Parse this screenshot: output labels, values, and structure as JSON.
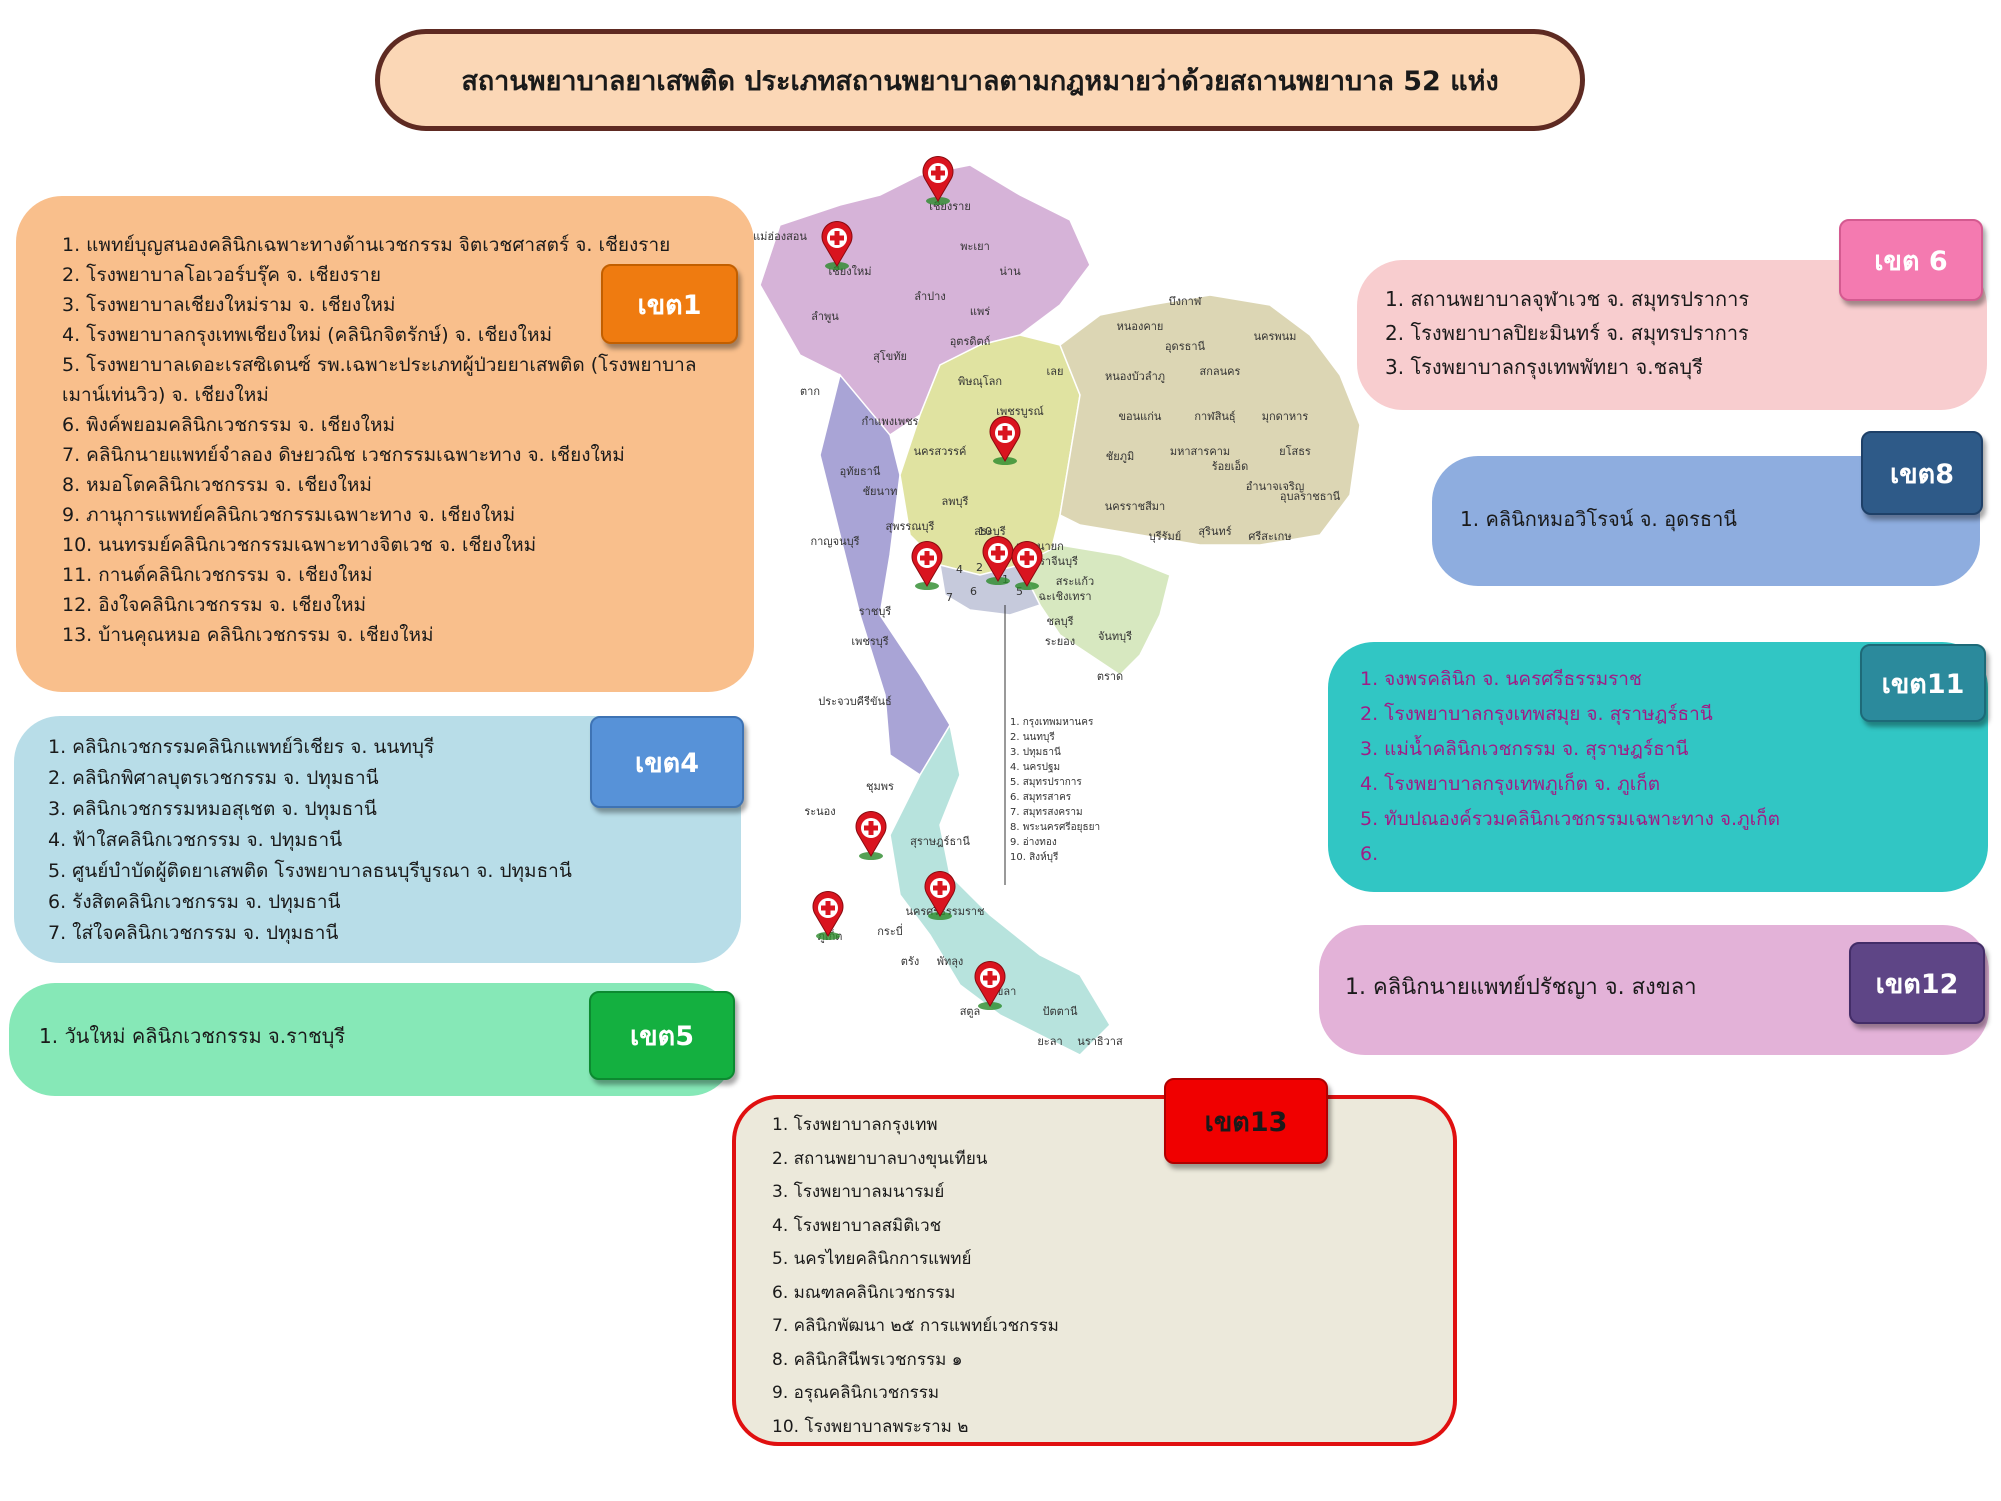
{
  "title": "สถานพยาบาลยาเสพติด ประเภทสถานพยาบาลตามกฎหมายว่าด้วยสถานพยาบาล 52 แห่ง",
  "regions": {
    "z1": {
      "label": "เขต1",
      "items": [
        "1. แพทย์บุญสนองคลินิกเฉพาะทางด้านเวชกรรม จิตเวชศาสตร์ จ. เชียงราย",
        "2. โรงพยาบาลโอเวอร์บรุ๊ค จ. เชียงราย",
        "3. โรงพยาบาลเชียงใหม่ราม จ. เชียงใหม่",
        "4. โรงพยาบาลกรุงเทพเชียงใหม่ (คลินิกจิตรักษ์) จ. เชียงใหม่",
        "5. โรงพยาบาลเดอะเรสซิเดนซ์ รพ.เฉพาะประเภทผู้ป่วยยาเสพติด (โรงพยาบาล",
        "    เมาน์เท่นวิว) จ. เชียงใหม่",
        "6. พิงค์พยอมคลินิกเวชกรรม จ. เชียงใหม่",
        "7. คลินิกนายแพทย์จำลอง ดิษยวณิช เวชกรรมเฉพาะทาง จ. เชียงใหม่",
        "8. หมอโตคลินิกเวชกรรม จ. เชียงใหม่",
        "9. ภานุการแพทย์คลินิกเวชกรรมเฉพาะทาง จ. เชียงใหม่",
        "10. นนทรมย์คลินิกเวชกรรมเฉพาะทางจิตเวช จ. เชียงใหม่",
        "11. กานต์คลินิกเวชกรรม จ. เชียงใหม่",
        "12. อิงใจคลินิกเวชกรรม จ. เชียงใหม่",
        "13. บ้านคุณหมอ คลินิกเวชกรรม จ. เชียงใหม่"
      ]
    },
    "z4": {
      "label": "เขต4",
      "items": [
        "1. คลินิกเวชกรรมคลินิกแพทย์วิเชียร จ. นนทบุรี",
        "2. คลินิกพิศาลบุตรเวชกรรม จ. ปทุมธานี",
        "3. คลินิกเวชกรรมหมอสุเชต  จ. ปทุมธานี",
        "4. ฟ้าใสคลินิกเวชกรรม  จ. ปทุมธานี",
        "5. ศูนย์บำบัดผู้ติดยาเสพติด โรงพยาบาลธนบุรีบูรณา  จ. ปทุมธานี",
        "6. รังสิตคลินิกเวชกรรม  จ. ปทุมธานี",
        "7. ใส่ใจคลินิกเวชกรรม  จ. ปทุมธานี"
      ]
    },
    "z5": {
      "label": "เขต5",
      "items": [
        "1. วันใหม่ คลินิกเวชกรรม จ.ราชบุรี"
      ]
    },
    "z6": {
      "label": "เขต 6",
      "items": [
        "1. สถานพยาบาลจุฬาเวช  จ. สมุทรปราการ",
        "2. โรงพยาบาลปิยะมินทร์  จ. สมุทรปราการ",
        "3. โรงพยาบาลกรุงเทพพัทยา  จ.ชลบุรี"
      ]
    },
    "z8": {
      "label": "เขต8",
      "items": [
        "1. คลินิกหมอวิโรจน์  จ. อุดรธานี"
      ]
    },
    "z11": {
      "label": "เขต11",
      "items": [
        "1. จงพรคลินิก  จ. นครศรีธรรมราช",
        "2. โรงพยาบาลกรุงเทพสมุย จ. สุราษฎร์ธานี",
        "3. แม่น้ำคลินิกเวชกรรม  จ. สุราษฎร์ธานี",
        "4. โรงพยาบาลกรุงเทพภูเก็ต จ. ภูเก็ต",
        "5. ทับปณองค์รวมคลินิกเวชกรรมเฉพาะทาง จ.ภูเก็ต",
        "6."
      ]
    },
    "z12": {
      "label": "เขต12",
      "items": [
        "1. คลินิกนายแพทย์ปรัชญา จ. สงขลา"
      ]
    },
    "z13": {
      "label": "เขต13",
      "items": [
        "1. โรงพยาบาลกรุงเทพ",
        "2. สถานพยาบาลบางขุนเทียน",
        "3. โรงพยาบาลมนารมย์",
        "4. โรงพยาบาลสมิติเวช",
        "5. นครไทยคลินิกการแพทย์",
        "6. มณฑลคลินิกเวชกรรม",
        "7. คลินิกพัฒนา ๒๕ การแพทย์เวชกรรม",
        "8. คลินิกสินีพรเวชกรรม ๑",
        "9. อรุณคลินิกเวชกรรม",
        "10. โรงพยาบาลพระราม ๒"
      ]
    }
  },
  "map": {
    "provinces": [
      "เชียงราย",
      "แม่ฮ่องสอน",
      "เชียงใหม่",
      "พะเยา",
      "น่าน",
      "ลำปาง",
      "ลำพูน",
      "แพร่",
      "อุตรดิตถ์",
      "ตาก",
      "สุโขทัย",
      "พิษณุโลก",
      "เพชรบูรณ์",
      "กำแพงเพชร",
      "นครสวรรค์",
      "อุทัยธานี",
      "ชัยนาท",
      "ลพบุรี",
      "สุพรรณบุรี",
      "กาญจนบุรี",
      "ราชบุรี",
      "เพชรบุรี",
      "ประจวบคีรีขันธ์",
      "ชุมพร",
      "ระนอง",
      "สุราษฎร์ธานี",
      "นครศรีธรรมราช",
      "ภูเก็ต",
      "กระบี่",
      "ตรัง",
      "พัทลุง",
      "สงขลา",
      "สตูล",
      "ปัตตานี",
      "ยะลา",
      "นราธิวาส",
      "หนองคาย",
      "บึงกาฬ",
      "อุดรธานี",
      "สกลนคร",
      "นครพนม",
      "เลย",
      "หนองบัวลำภู",
      "ขอนแก่น",
      "กาฬสินธุ์",
      "มุกดาหาร",
      "ชัยภูมิ",
      "มหาสารคาม",
      "ร้อยเอ็ด",
      "ยโสธร",
      "อำนาจเจริญ",
      "นครราชสีมา",
      "บุรีรัมย์",
      "สุรินทร์",
      "ศรีสะเกษ",
      "อุบลราชธานี",
      "สระบุรี",
      "นครนายก",
      "ปราจีนบุรี",
      "สระแก้ว",
      "ฉะเชิงเทรา",
      "ชลบุรี",
      "ระยอง",
      "จันทบุรี",
      "ตราด"
    ],
    "legend": [
      "1. กรุงเทพมหานคร",
      "2. นนทบุรี",
      "3. ปทุมธานี",
      "4. นครปฐม",
      "5. สมุทรปราการ",
      "6. สมุทรสาคร",
      "7. สมุทรสงคราม",
      "8. พระนครศรีอยุธยา",
      "9. อ่างทอง",
      "10. สิงห์บุรี"
    ],
    "numbers": [
      "1",
      "2",
      "3",
      "4",
      "5",
      "6",
      "7",
      "10"
    ]
  }
}
